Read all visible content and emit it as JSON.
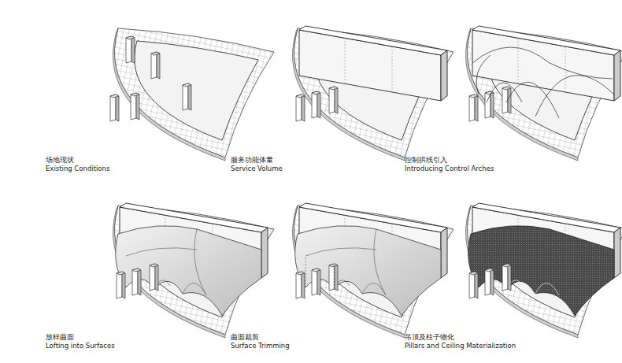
{
  "diagram": {
    "labels": [
      "场地现状",
      "Existing Conditions",
      "服务功能体量",
      "Service Volume",
      "控制拱线引入",
      "Introducing Control Arches",
      "放样曲面",
      "Lofting into Surfaces",
      "曲面裁剪",
      "Surface Trimming",
      "吊顶及柱子物化",
      "Pillars and Ceiling Materialization"
    ]
  }
}
